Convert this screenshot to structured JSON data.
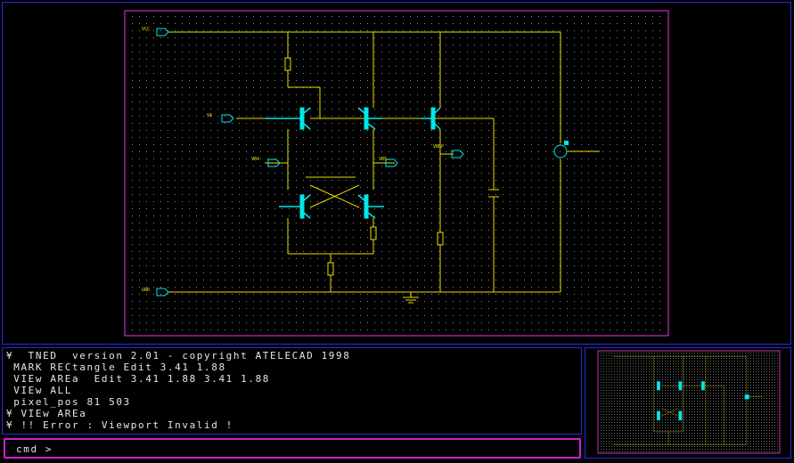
{
  "colors": {
    "background": "#000000",
    "panel_border": "#2a2ad8",
    "sheet_border": "#c030c0",
    "wire": "#e8e000",
    "device": "#00e8e8",
    "grid_dot": "#d8d8d8",
    "text": "#e6e6e6",
    "command_border": "#d020d0"
  },
  "schematic": {
    "net_labels": {
      "vcc": "VCC",
      "gnd": "GND",
      "va": "VA",
      "vb4": "VB4",
      "vb5": "VB5",
      "vbgp": "VBGP"
    }
  },
  "log": {
    "lines": [
      "¥  TNED  version 2.01 - copyright ATELECAD 1998",
      " MARK RECtangle Edit 3.41 1.88",
      " VIEw AREa  Edit 3.41 1.88 3.41 1.88",
      " VIEw ALL",
      " pixel_pos 81 503",
      "¥ VIEw AREa",
      "¥ !! Error : Viewport Invalid !"
    ]
  },
  "command": {
    "prompt": "cmd >"
  }
}
